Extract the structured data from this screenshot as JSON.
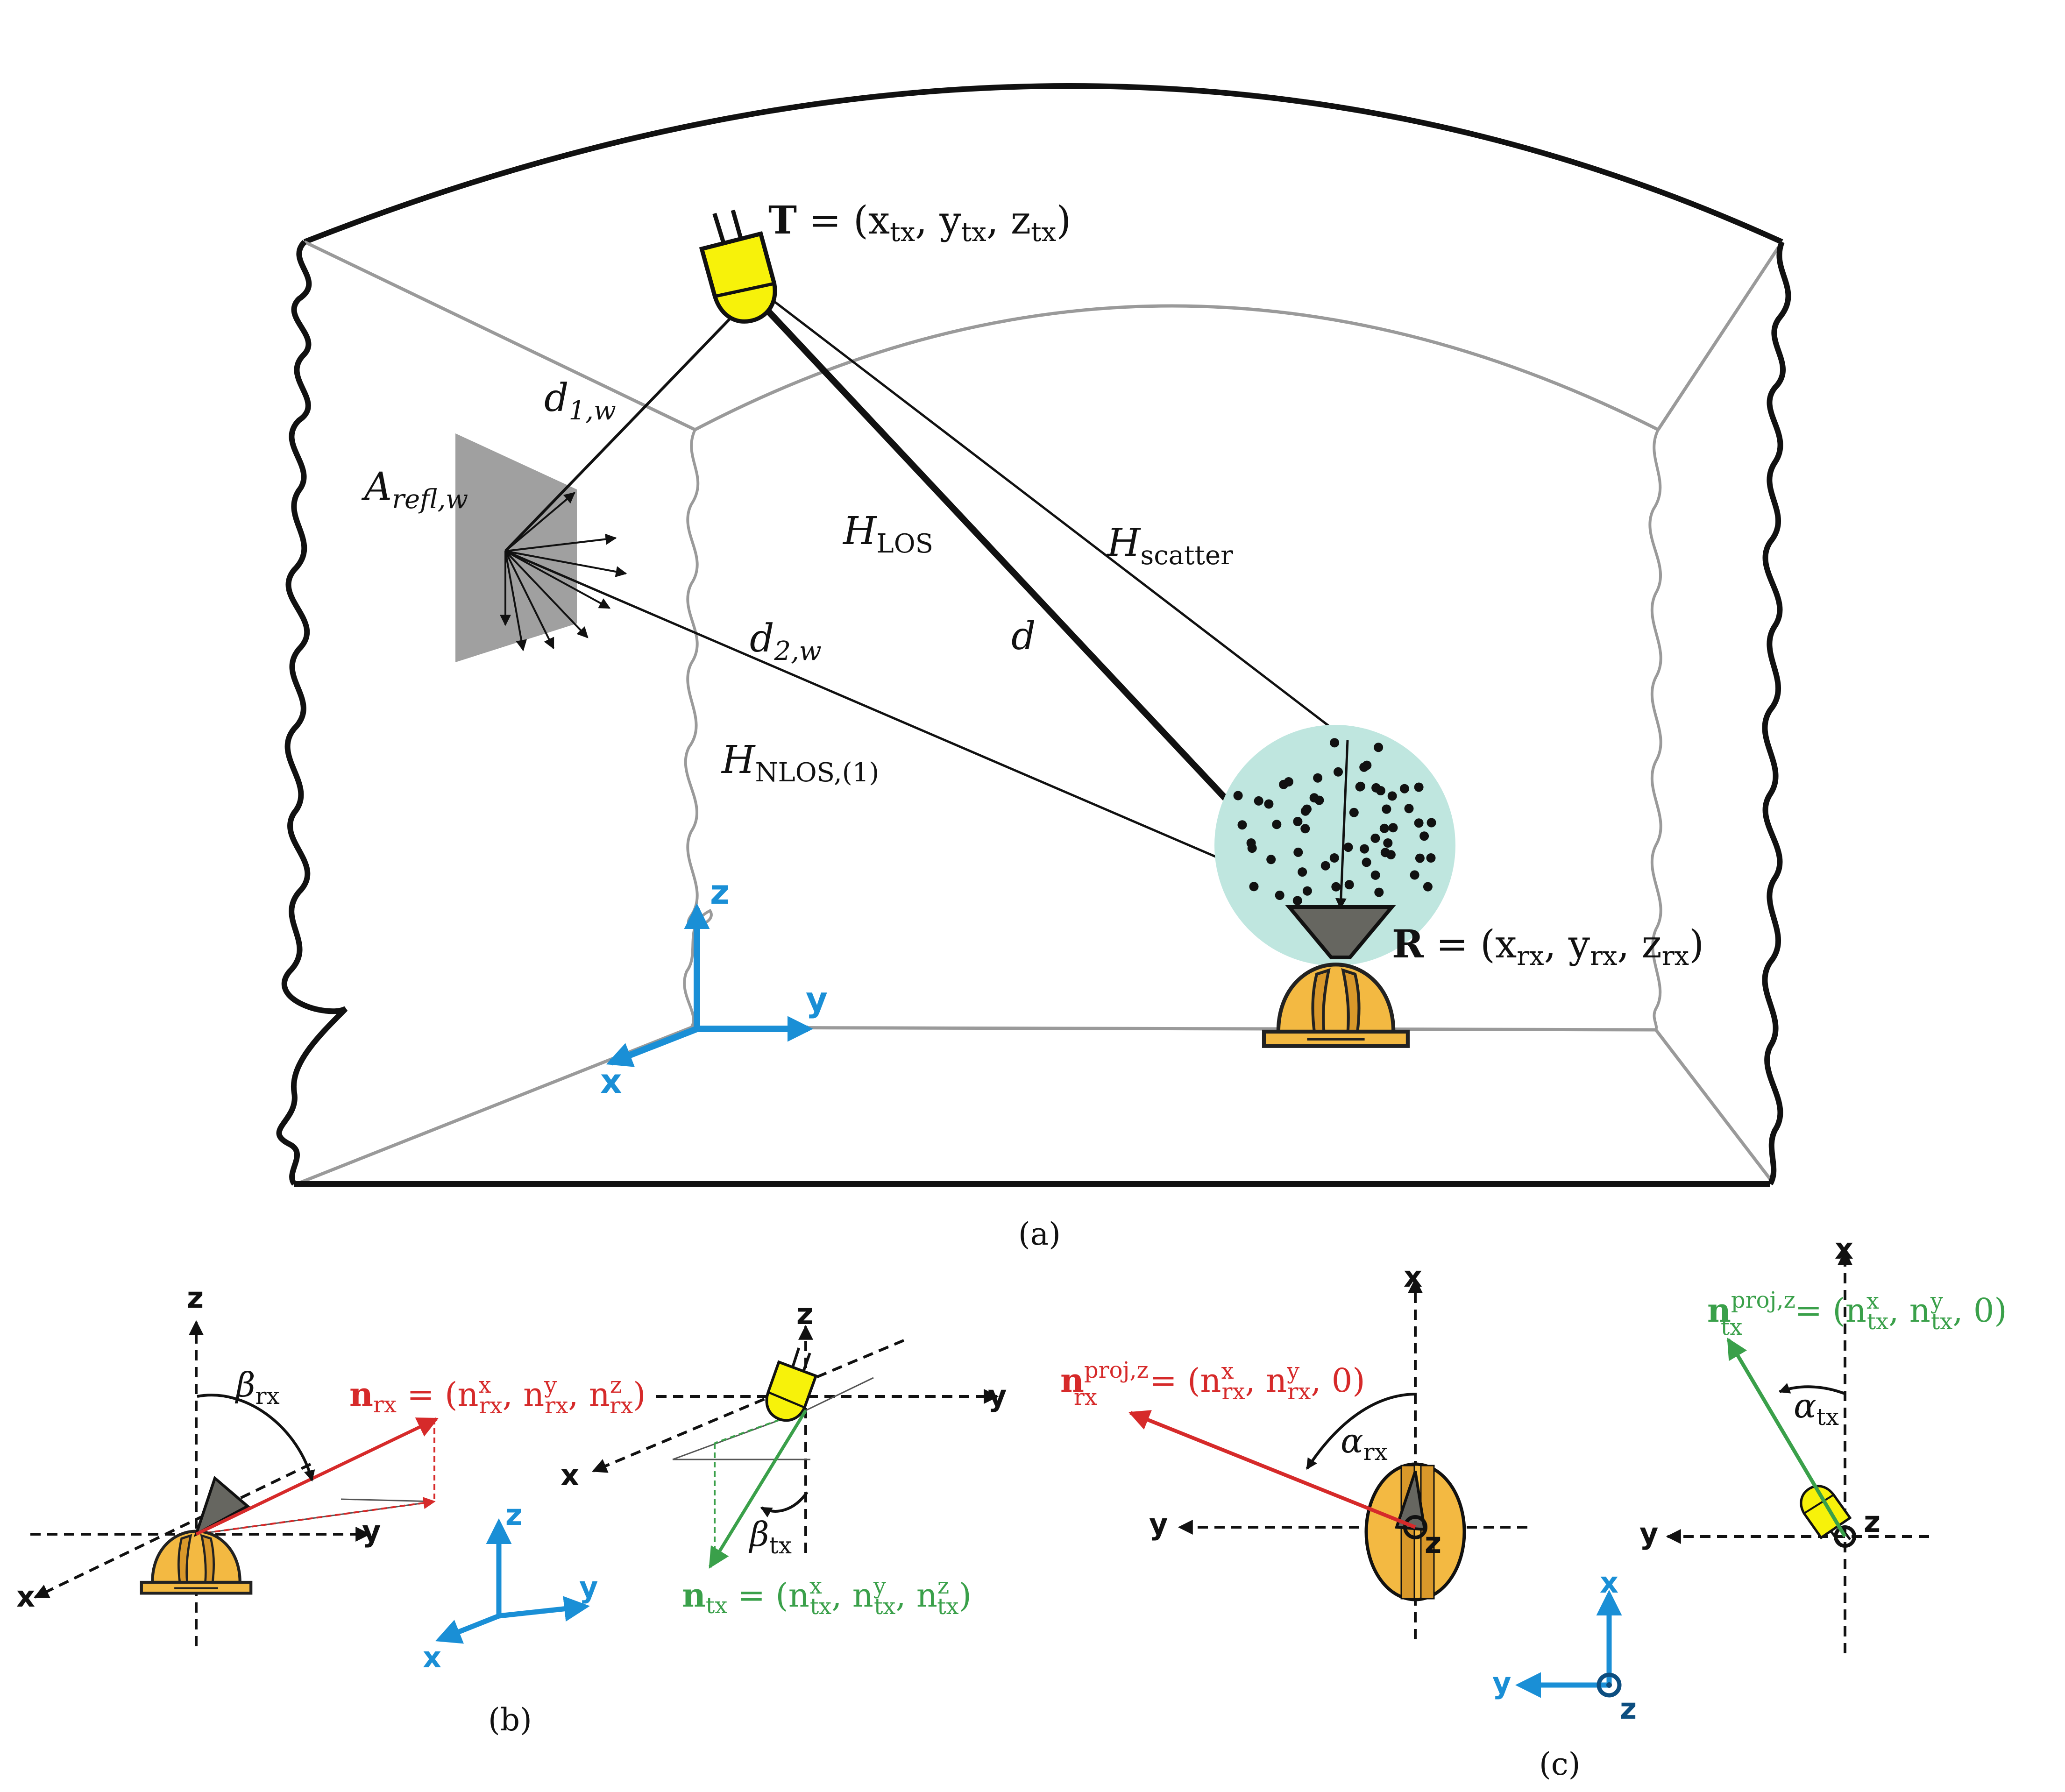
{
  "colors": {
    "black": "#111111",
    "gray_line": "#9a9a9a",
    "axis_blue": "#1a8fd6",
    "red": "#d62a2a",
    "green": "#3aa04a",
    "helmet": "#f3b942",
    "helmet_dark": "#d9982a",
    "led_yellow": "#f7f20a",
    "scatter_bg": "#bfe6df",
    "reflector": "#a0a0a0",
    "detector": "#666660"
  },
  "icons": {
    "transmitter": "led-transmitter-icon",
    "receiver_helmet": "helmet-icon",
    "photodetector": "photodetector-icon",
    "reflector": "reflecting-surface"
  },
  "panel_a": {
    "caption": "(a)",
    "tx_label": {
      "bold": "T",
      "rest": " = (x",
      "s1": "tx",
      "c1": ", y",
      "s2": "tx",
      "c2": ", z",
      "s3": "tx",
      "end": ")"
    },
    "rx_label": {
      "bold": "R",
      "rest": " = (x",
      "s1": "rx",
      "c1": ", y",
      "s2": "rx",
      "c2": ", z",
      "s3": "rx",
      "end": ")"
    },
    "d1": {
      "base": "d",
      "sub": "1,w"
    },
    "d2": {
      "base": "d",
      "sub": "2,w"
    },
    "d": "d",
    "a_refl": {
      "base": "A",
      "sub": "refl,w"
    },
    "h_los": {
      "base": "H",
      "sub": "LOS"
    },
    "h_scatter": {
      "base": "H",
      "sub": "scatter"
    },
    "h_nlos": {
      "base": "H",
      "sub": "NLOS,(1)"
    },
    "axes": {
      "x": "x",
      "y": "y",
      "z": "z"
    }
  },
  "panel_b": {
    "caption": "(b)",
    "beta_rx": {
      "base": "β",
      "sub": "rx"
    },
    "beta_tx": {
      "base": "β",
      "sub": "tx"
    },
    "n_rx": {
      "bold": "n",
      "sub": "rx",
      "eq": " = (n",
      "s1": "rx",
      "p1": "x",
      "c1": ", n",
      "s2": "rx",
      "p2": "y",
      "c2": ", n",
      "s3": "rx",
      "p3": "z",
      "end": ")"
    },
    "n_tx": {
      "bold": "n",
      "sub": "tx",
      "eq": " = (n",
      "s1": "tx",
      "p1": "x",
      "c1": ", n",
      "s2": "tx",
      "p2": "y",
      "c2": ", n",
      "s3": "tx",
      "p3": "z",
      "end": ")"
    },
    "axes": {
      "x": "x",
      "y": "y",
      "z": "z"
    }
  },
  "panel_c": {
    "caption": "(c)",
    "alpha_rx": {
      "base": "α",
      "sub": "rx"
    },
    "alpha_tx": {
      "base": "α",
      "sub": "tx"
    },
    "n_rx_proj": {
      "bold": "n",
      "sub": "rx",
      "sup": "proj,z",
      "eq": " = (n",
      "s1": "rx",
      "p1": "x",
      "c1": ", n",
      "s2": "rx",
      "p2": "y",
      "end": ", 0)"
    },
    "n_tx_proj": {
      "bold": "n",
      "sub": "tx",
      "sup": "proj,z",
      "eq": " = (n",
      "s1": "tx",
      "p1": "x",
      "c1": ", n",
      "s2": "tx",
      "p2": "y",
      "end": ", 0)"
    },
    "axes": {
      "x": "x",
      "y": "y",
      "z": "z"
    }
  }
}
